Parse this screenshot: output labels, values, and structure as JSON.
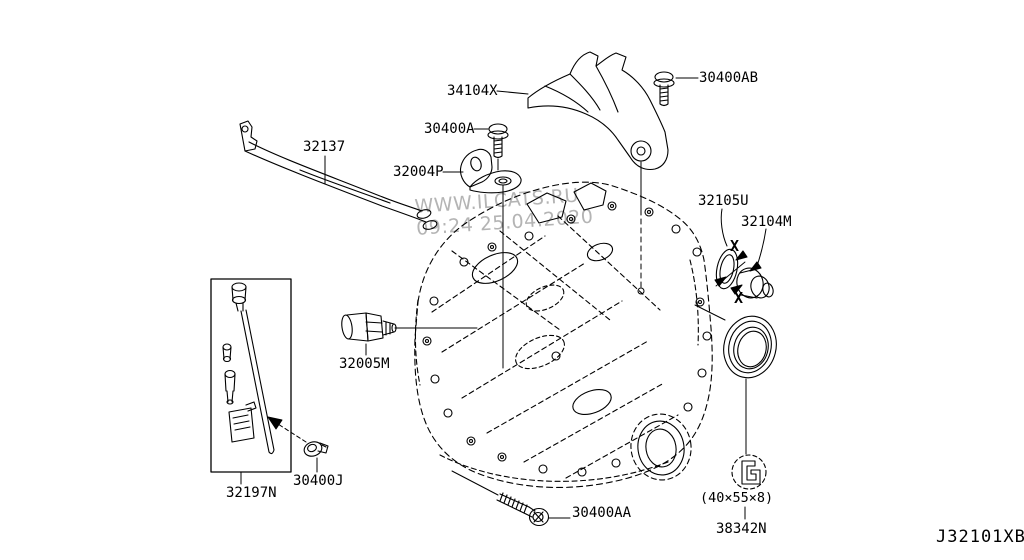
{
  "diagram": {
    "code": "J32101XB",
    "watermark_line1": "WWW.ILCATS.RU",
    "watermark_line2": "09:24 25.04.2020",
    "marker_x": "X",
    "colors": {
      "line": "#000000",
      "watermark": "#b4b4b4",
      "background": "#ffffff"
    }
  },
  "parts": [
    {
      "label": "34104X"
    },
    {
      "label": "30400AB"
    },
    {
      "label": "30400A"
    },
    {
      "label": "32137"
    },
    {
      "label": "32004P"
    },
    {
      "label": "32105U"
    },
    {
      "label": "32104M"
    },
    {
      "label": "32005M"
    },
    {
      "label": "32197N"
    },
    {
      "label": "30400J"
    },
    {
      "label": "30400AA"
    },
    {
      "label": "38342N",
      "size": "(40×55×8)"
    }
  ]
}
